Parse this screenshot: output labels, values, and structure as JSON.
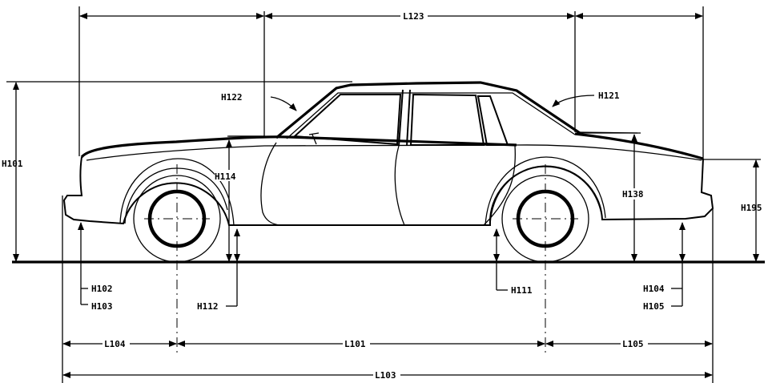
{
  "labels": {
    "L123": "L123",
    "H122": "H122",
    "H121": "H121",
    "H101": "H101",
    "H114": "H114",
    "H138": "H138",
    "H195": "H195",
    "H102": "H102",
    "H103": "H103",
    "H112": "H112",
    "H111": "H111",
    "H104": "H104",
    "H105": "H105",
    "L104": "L104",
    "L101": "L101",
    "L105": "L105",
    "L103": "L103"
  }
}
